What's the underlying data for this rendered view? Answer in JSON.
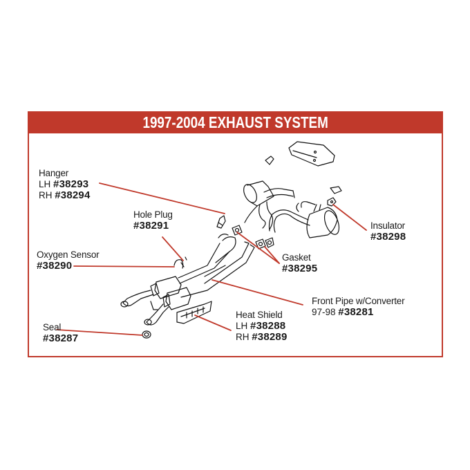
{
  "header": {
    "title": "1997-2004 EXHAUST SYSTEM",
    "background_color": "#c0392b",
    "text_color": "#ffffff"
  },
  "colors": {
    "accent": "#c0392b",
    "leader_line": "#c0392b",
    "text": "#1a1a1a",
    "line_art": "#111111",
    "background": "#ffffff"
  },
  "callouts": {
    "hanger": {
      "name": "Hanger",
      "lh_prefix": "LH",
      "lh_part": "#38293",
      "rh_prefix": "RH",
      "rh_part": "#38294"
    },
    "hole_plug": {
      "name": "Hole Plug",
      "part": "#38291"
    },
    "oxygen_sensor": {
      "name": "Oxygen Sensor",
      "part": "#38290"
    },
    "seal": {
      "name": "Seal",
      "part": "#38287"
    },
    "heat_shield": {
      "name": "Heat Shield",
      "lh_prefix": "LH",
      "lh_part": "#38288",
      "rh_prefix": "RH",
      "rh_part": "#38289"
    },
    "front_pipe": {
      "name": "Front Pipe w/Converter",
      "prefix": "97-98",
      "part": "#38281"
    },
    "gasket": {
      "name": "Gasket",
      "part": "#38295"
    },
    "insulator": {
      "name": "Insulator",
      "part": "#38298"
    }
  }
}
